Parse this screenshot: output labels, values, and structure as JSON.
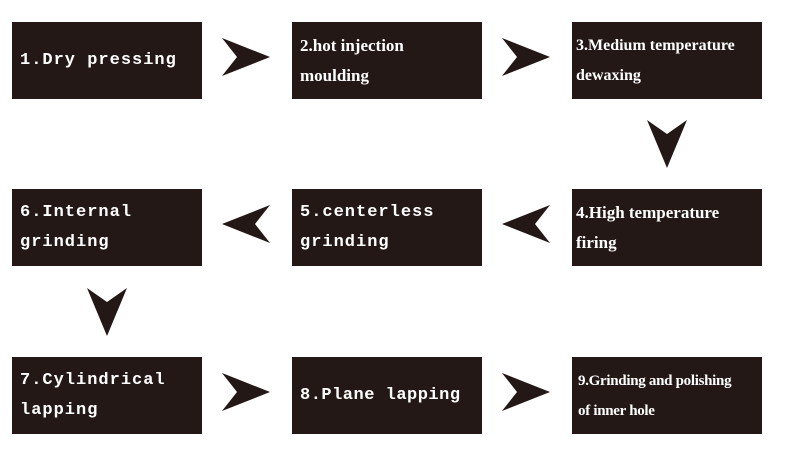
{
  "colors": {
    "box": "#231815",
    "arrow": "#231815",
    "text": "#ffffff"
  },
  "steps": [
    {
      "label": "1.Dry pressing"
    },
    {
      "label": "2.hot injection\nmoulding"
    },
    {
      "label": "3.Medium temperature\ndewaxing"
    },
    {
      "label": "4.High temperature\nfiring"
    },
    {
      "label": "5.centerless\n grinding"
    },
    {
      "label": "6.Internal\n grinding"
    },
    {
      "label": "7.Cylindrical\nlapping"
    },
    {
      "label": "8.Plane lapping"
    },
    {
      "label": "9.Grinding and polishing\nof inner hole"
    }
  ],
  "arrows": [
    {
      "direction": "right",
      "icon": "arrow-right-icon"
    },
    {
      "direction": "right",
      "icon": "arrow-right-icon"
    },
    {
      "direction": "down",
      "icon": "arrow-down-icon"
    },
    {
      "direction": "left",
      "icon": "arrow-left-icon"
    },
    {
      "direction": "left",
      "icon": "arrow-left-icon"
    },
    {
      "direction": "down",
      "icon": "arrow-down-icon"
    },
    {
      "direction": "right",
      "icon": "arrow-right-icon"
    },
    {
      "direction": "right",
      "icon": "arrow-right-icon"
    }
  ]
}
